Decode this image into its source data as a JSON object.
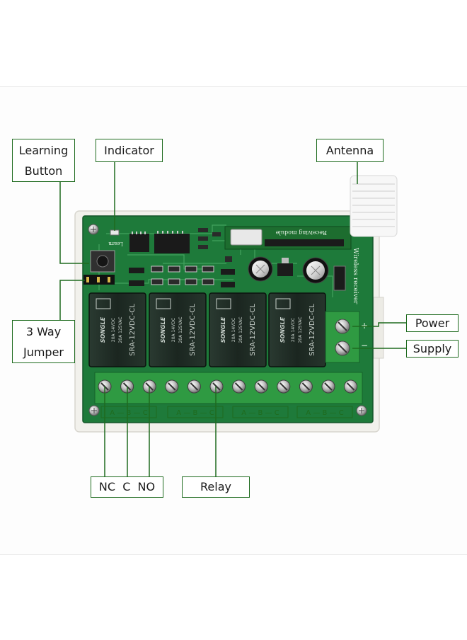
{
  "callouts": {
    "learning_line1": "Learning",
    "learning_line2": "Button",
    "indicator": "Indicator",
    "antenna": "Antenna",
    "jumper_line1": "3 Way",
    "jumper_line2": "Jumper",
    "power": "Power",
    "supply": "Supply",
    "nc_c_no": "NC  C  NO",
    "relay": "Relay"
  },
  "board": {
    "learn_label": "Learn",
    "module_label": "Receiving module",
    "wireless_label": "Wireless receiver",
    "plus": "+",
    "minus": "−",
    "relays": [
      {
        "brand": "SONGLE",
        "model": "SRA-12VDC-CL",
        "rating1": "20A 14VDC",
        "rating2": "20A 125VAC"
      },
      {
        "brand": "SONGLE",
        "model": "SRA-12VDC-CL",
        "rating1": "20A 14VDC",
        "rating2": "20A 125VAC"
      },
      {
        "brand": "SONGLE",
        "model": "SRA-12VDC-CL",
        "rating1": "20A 14VDC",
        "rating2": "20A 125VAC"
      },
      {
        "brand": "SONGLE",
        "model": "SRA-12VDC-CL",
        "rating1": "20A 14VDC",
        "rating2": "20A 125VAC"
      }
    ],
    "terminal_groups": [
      "A — B — C",
      "A — B — C",
      "A — B — C",
      "A — B — C"
    ]
  },
  "colors": {
    "pcb": "#1e7a3a",
    "callout_border": "#1e6b1e",
    "terminal": "#2f9a42",
    "relay_body": "#1c2a22",
    "enclosure": "#f2f1ec"
  }
}
